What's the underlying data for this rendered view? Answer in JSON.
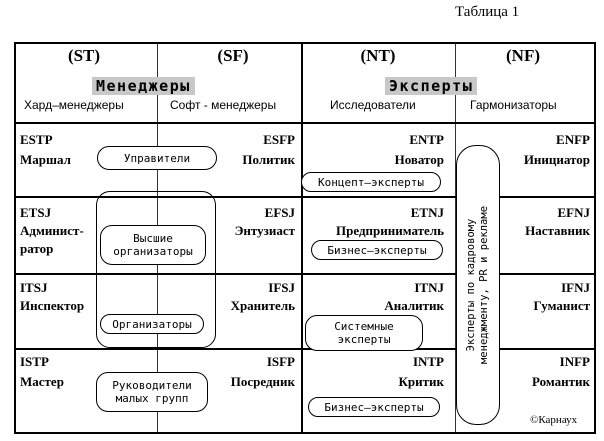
{
  "caption": "Таблица 1",
  "headers": {
    "st": "(ST)",
    "sf": "(SF)",
    "nt": "(NT)",
    "nf": "(NF)",
    "managers": "Менеджеры",
    "experts": "Эксперты",
    "hard": "Хард–менеджеры",
    "soft": "Софт - менеджеры",
    "researchers": "Исследователи",
    "harmonizers": "Гармонизаторы"
  },
  "cells": {
    "estp": {
      "code": "ESTP",
      "role": "Маршал"
    },
    "esfp": {
      "code": "ESFP",
      "role": "Политик"
    },
    "entp": {
      "code": "ENTP",
      "role": "Новатор"
    },
    "enfp": {
      "code": "ENFP",
      "role": "Инициатор"
    },
    "etsj": {
      "code": "ETSJ",
      "role1": "Админист-",
      "role2": "ратор"
    },
    "efsj": {
      "code": "EFSJ",
      "role": "Энтузиаст"
    },
    "etnj": {
      "code": "ETNJ",
      "role": "Предприниматель"
    },
    "efnj": {
      "code": "EFNJ",
      "role": "Наставник"
    },
    "itsj": {
      "code": "ITSJ",
      "role": "Инспектор"
    },
    "ifsj": {
      "code": "IFSJ",
      "role": "Хранитель"
    },
    "itnj": {
      "code": "ITNJ",
      "role": "Аналитик"
    },
    "ifnj": {
      "code": "IFNJ",
      "role": "Гуманист"
    },
    "istp": {
      "code": "ISTP",
      "role": "Мастер"
    },
    "isfp": {
      "code": "ISFP",
      "role": "Посредник"
    },
    "intp": {
      "code": "INTP",
      "role": "Критик"
    },
    "infp": {
      "code": "INFP",
      "role": "Романтик"
    }
  },
  "pills": {
    "managers_top": "Управители",
    "senior_1": "Высшие",
    "senior_2": "организаторы",
    "organizers": "Организаторы",
    "small_1": "Руководители",
    "small_2": "малых групп",
    "concept": "Концепт–эксперты",
    "business1": "Бизнес–эксперты",
    "system_1": "Системные",
    "system_2": "эксперты",
    "business2": "Бизнес–эксперты",
    "vertical_1": "Эксперты по кадровому",
    "vertical_2": "менеджменту, PR и рекламе"
  },
  "copyright": "©Карнаух"
}
